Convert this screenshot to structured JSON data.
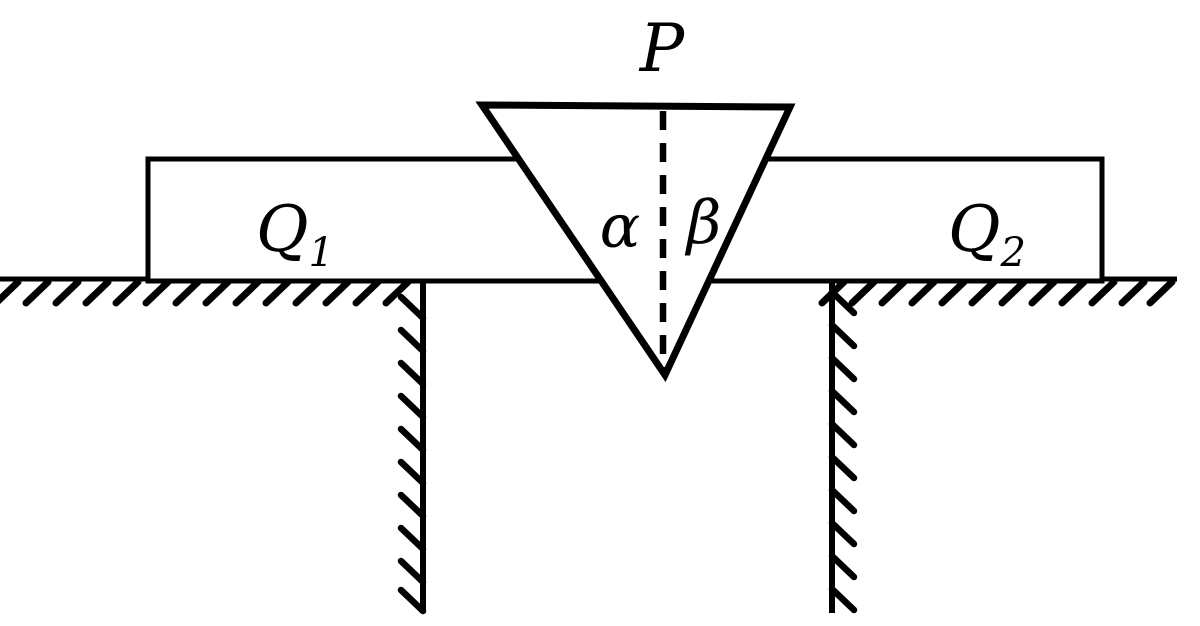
{
  "figure": {
    "background_color": "#ffffff",
    "line_color": "#000000",
    "labels": {
      "wedge": "P",
      "left_block": {
        "main": "Q",
        "sub": "1"
      },
      "right_block": {
        "main": "Q",
        "sub": "2"
      },
      "left_angle": "α",
      "right_angle": "β"
    }
  }
}
